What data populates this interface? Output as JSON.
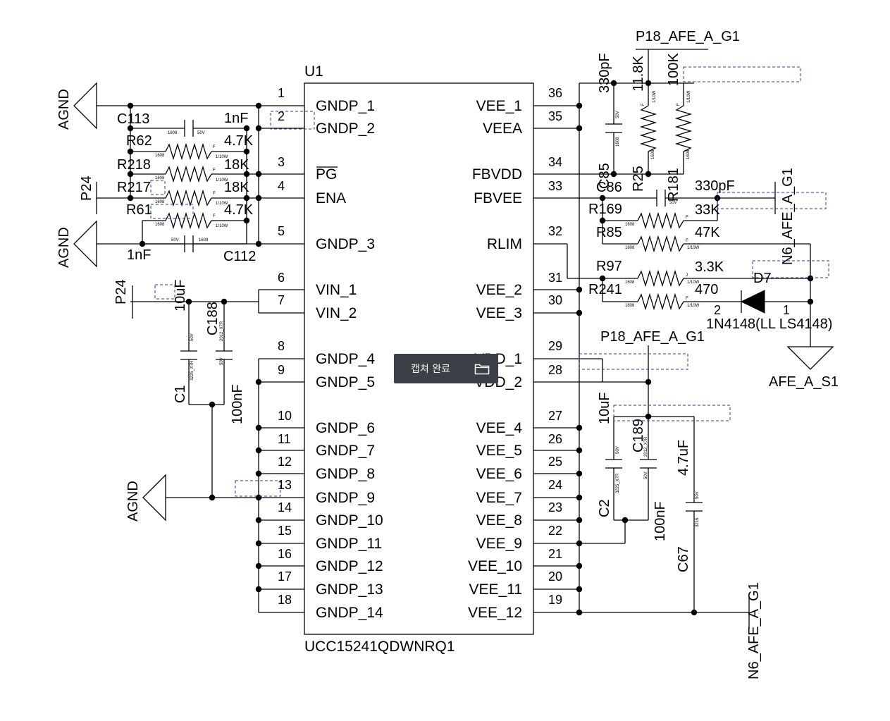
{
  "ic": {
    "ref": "U1",
    "part": "UCC15241QDWNRQ1",
    "left_pins": [
      {
        "num": "1",
        "name": "GNDP_1"
      },
      {
        "num": "2",
        "name": "GNDP_2"
      },
      {
        "num": "3",
        "name": "PG"
      },
      {
        "num": "4",
        "name": "ENA"
      },
      {
        "num": "5",
        "name": "GNDP_3"
      },
      {
        "num": "6",
        "name": "VIN_1"
      },
      {
        "num": "7",
        "name": "VIN_2"
      },
      {
        "num": "8",
        "name": "GNDP_4"
      },
      {
        "num": "9",
        "name": "GNDP_5"
      },
      {
        "num": "10",
        "name": "GNDP_6"
      },
      {
        "num": "11",
        "name": "GNDP_7"
      },
      {
        "num": "12",
        "name": "GNDP_8"
      },
      {
        "num": "13",
        "name": "GNDP_9"
      },
      {
        "num": "14",
        "name": "GNDP_10"
      },
      {
        "num": "15",
        "name": "GNDP_11"
      },
      {
        "num": "16",
        "name": "GNDP_12"
      },
      {
        "num": "17",
        "name": "GNDP_13"
      },
      {
        "num": "18",
        "name": "GNDP_14"
      }
    ],
    "right_pins": [
      {
        "num": "36",
        "name": "VEE_1"
      },
      {
        "num": "35",
        "name": "VEEA"
      },
      {
        "num": "34",
        "name": "FBVDD"
      },
      {
        "num": "33",
        "name": "FBVEE"
      },
      {
        "num": "32",
        "name": "RLIM"
      },
      {
        "num": "31",
        "name": "VEE_2"
      },
      {
        "num": "30",
        "name": "VEE_3"
      },
      {
        "num": "29",
        "name": "VDD_1"
      },
      {
        "num": "28",
        "name": "VDD_2"
      },
      {
        "num": "27",
        "name": "VEE_4"
      },
      {
        "num": "26",
        "name": "VEE_5"
      },
      {
        "num": "25",
        "name": "VEE_6"
      },
      {
        "num": "24",
        "name": "VEE_7"
      },
      {
        "num": "23",
        "name": "VEE_8"
      },
      {
        "num": "22",
        "name": "VEE_9"
      },
      {
        "num": "21",
        "name": "VEE_10"
      },
      {
        "num": "20",
        "name": "VEE_11"
      },
      {
        "num": "19",
        "name": "VEE_12"
      }
    ]
  },
  "nets": {
    "agnd": "AGND",
    "p24": "P24",
    "p18": "P18_AFE_A_G1",
    "n6": "N6_AFE_A_G1",
    "afe_s1": "AFE_A_S1"
  },
  "components": {
    "c113": {
      "ref": "C113",
      "value": "1nF",
      "pkg": "1608",
      "rating": "50V"
    },
    "r62": {
      "ref": "R62",
      "value": "4.7K",
      "pkg": "1608",
      "tol": "F",
      "power": "1/10W"
    },
    "r218": {
      "ref": "R218",
      "value": "18K",
      "pkg": "1608",
      "tol": "F",
      "power": "1/10W"
    },
    "r217": {
      "ref": "R217",
      "value": "18K",
      "pkg": "1608",
      "tol": "F",
      "power": "1/10W"
    },
    "r61": {
      "ref": "R61",
      "value": "4.7K",
      "pkg": "1608",
      "tol": "F",
      "power": "1/10W"
    },
    "c112": {
      "ref": "C112",
      "value": "1nF",
      "pkg": "1608",
      "rating": "50V"
    },
    "c1": {
      "ref": "C1",
      "value": "10uF",
      "pkg": "3225_X7R",
      "rating": "50V"
    },
    "c188": {
      "ref": "C188",
      "value": "100nF",
      "pkg": "2012_X7R",
      "rating": "50V"
    },
    "c85": {
      "ref": "C85",
      "value": "330pF",
      "pkg": "1608",
      "rating": "50V"
    },
    "r25": {
      "ref": "R25",
      "value": "11.8K",
      "pkg": "1608",
      "tol": "F",
      "power": "1/10W"
    },
    "r181": {
      "ref": "R181",
      "value": "100K",
      "pkg": "1608",
      "tol": "F",
      "power": "1/10W"
    },
    "c86": {
      "ref": "C86",
      "value": "330pF",
      "pkg": "1608",
      "rating": "50V"
    },
    "r169": {
      "ref": "R169",
      "value": "33K",
      "pkg": "1608",
      "tol": "F",
      "power": "1/10W"
    },
    "r85": {
      "ref": "R85",
      "value": "47K",
      "pkg": "1608",
      "tol": "F",
      "power": "1/10W"
    },
    "r97": {
      "ref": "R97",
      "value": "3.3K",
      "pkg": "1608",
      "tol": "J",
      "power": "1/10W"
    },
    "r241": {
      "ref": "R241",
      "value": "470",
      "pkg": "1608",
      "tol": "F",
      "power": "1/10W"
    },
    "d7": {
      "ref": "D7",
      "value": "1N4148(LL LS4148)",
      "pin_a": "1",
      "pin_k": "2"
    },
    "c2": {
      "ref": "C2",
      "value": "10uF",
      "pkg": "3225_X7R",
      "rating": "50V"
    },
    "c189": {
      "ref": "C189",
      "value": "100nF",
      "pkg": "2012_X7R",
      "rating": "50V"
    },
    "c67": {
      "ref": "C67",
      "value": "4.7uF",
      "pkg": "3216",
      "rating": "50V"
    }
  },
  "toast": {
    "message": "캡쳐 완료",
    "icon": "folder-icon"
  }
}
